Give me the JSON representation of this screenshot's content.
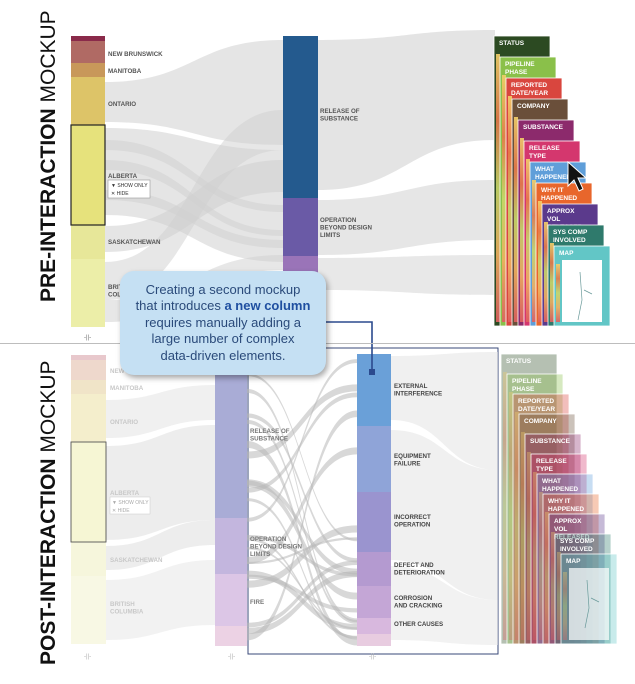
{
  "row_labels": {
    "pre_bold": "PRE-INTERACTION",
    "pre_thin": " MOCKUP",
    "post_bold": "POST-INTERACTION",
    "post_thin": " MOCKUP"
  },
  "callout": {
    "line1": "Creating a second mockup",
    "line2_pre": "that introduces ",
    "line2_bold": "a new column",
    "line3": "requires manually adding a",
    "line4": "large number of complex",
    "line5": "data-driven elements."
  },
  "filter_menu": {
    "show_only": "SHOW ONLY",
    "hide": "HIDE"
  },
  "drag_handle": "-||-",
  "province_labels": [
    {
      "text": "NEW BRUNSWICK"
    },
    {
      "text": "MANITOBA"
    },
    {
      "text": "ONTARIO"
    },
    {
      "text": "ALBERTA"
    },
    {
      "text": "SASKATCHEWAN"
    },
    {
      "text": "BRITISH COLUMBIA"
    }
  ],
  "category_labels": [
    {
      "text": "RELEASE OF SUBSTANCE"
    },
    {
      "text": "OPERATION BEYOND DESIGN LIMITS"
    },
    {
      "text": "FIRE"
    }
  ],
  "cause_labels": [
    {
      "text": "EXTERNAL INTERFERENCE"
    },
    {
      "text": "EQUIPMENT FAILURE"
    },
    {
      "text": "INCORRECT OPERATION"
    },
    {
      "text": "DEFECT AND DETERIORATION"
    },
    {
      "text": "CORROSION AND CRACKING"
    },
    {
      "text": "OTHER CAUSES"
    }
  ],
  "cards": [
    {
      "text": "STATUS",
      "color": "#2c4a22"
    },
    {
      "text": "PIPELINE PHASE",
      "color": "#8ac04a"
    },
    {
      "text": "REPORTED DATE/YEAR",
      "color": "#d9463e"
    },
    {
      "text": "COMPANY",
      "color": "#6a4f3a"
    },
    {
      "text": "SUBSTANCE",
      "color": "#8c2a6c"
    },
    {
      "text": "RELEASE TYPE",
      "color": "#d4376e"
    },
    {
      "text": "WHAT HAPPENED",
      "color": "#5f9ed9"
    },
    {
      "text": "WHY IT HAPPENED",
      "color": "#e8662c"
    },
    {
      "text": "APPROX VOL RELEASED",
      "color": "#5b3a8c"
    },
    {
      "text": "SYS COMP INVOLVED",
      "color": "#2f7a6c"
    },
    {
      "text": "MAP",
      "color": "#62c6c6"
    }
  ]
}
